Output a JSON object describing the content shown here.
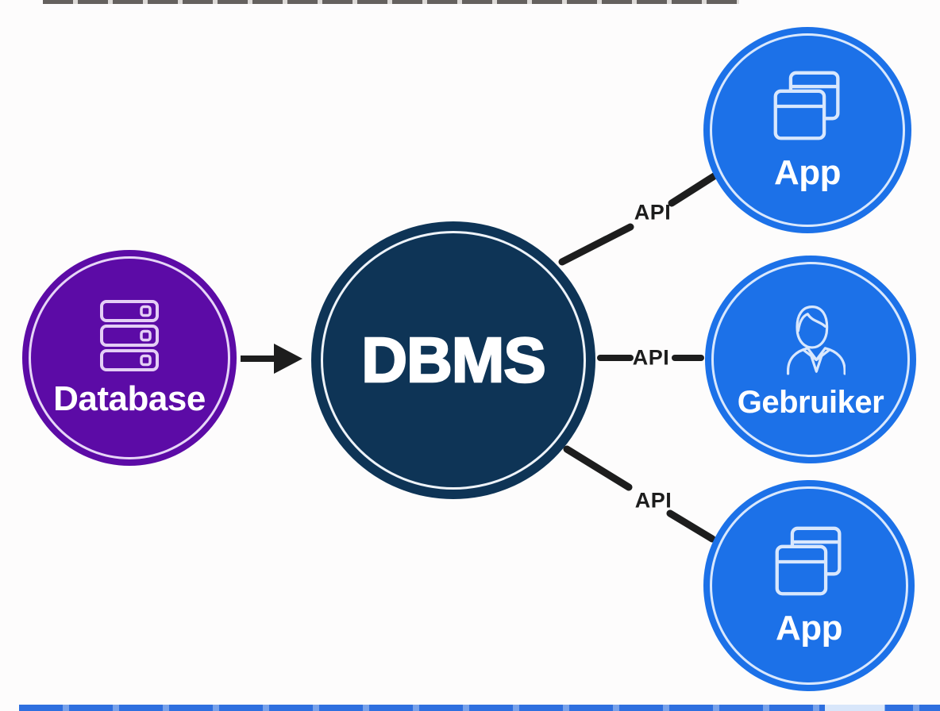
{
  "diagram": {
    "type": "architecture-diagram",
    "nodes": {
      "database": {
        "label": "Database",
        "fill": "#5c0ba6",
        "icon": "server-stack-icon"
      },
      "dbms": {
        "label": "DBMS",
        "fill": "#0e3456"
      },
      "app_top": {
        "label": "App",
        "fill": "#1c71e8",
        "icon": "app-windows-icon"
      },
      "gebruiker": {
        "label": "Gebruiker",
        "fill": "#1c71e8",
        "icon": "user-icon"
      },
      "app_bottom": {
        "label": "App",
        "fill": "#1c71e8",
        "icon": "app-windows-icon"
      }
    },
    "connections": {
      "database_to_dbms": {
        "type": "arrow",
        "label": ""
      },
      "dbms_to_app_top": {
        "type": "line",
        "label": "API"
      },
      "dbms_to_gebruiker": {
        "type": "line",
        "label": "API"
      },
      "dbms_to_app_bottom": {
        "type": "line",
        "label": "API"
      }
    },
    "colors": {
      "background": "#fdfcfc",
      "connector": "#1d1d1d",
      "api_label_text": "#1d1d1d",
      "node_label_text": "#ffffff",
      "database_ring": "#e7d6f7",
      "dbms_ring": "#eef3f9",
      "blue_ring": "#d9e8fd",
      "bottom_bar": "#2e6fdf"
    }
  }
}
